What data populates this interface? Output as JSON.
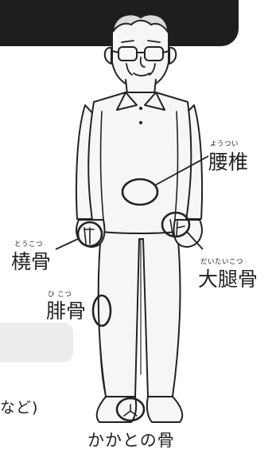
{
  "labels": {
    "lumbar": {
      "ruby": "ようつい",
      "text": "腰椎"
    },
    "femur": {
      "ruby": "だいたいこつ",
      "text": "大腿骨"
    },
    "radius": {
      "ruby": "とうこつ",
      "text": "橈骨"
    },
    "fibula": {
      "ruby": "ひ こつ",
      "text": "腓骨"
    },
    "heel": {
      "text": "かかとの骨"
    }
  },
  "partial_text": "など)",
  "colors": {
    "banner": "#1e1e1e",
    "panel": "#ececec",
    "ink": "#222222",
    "skin": "#f6f6f6"
  }
}
